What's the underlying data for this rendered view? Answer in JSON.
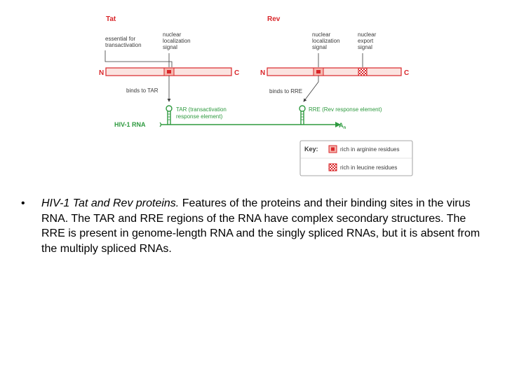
{
  "diagram": {
    "tat": {
      "title": "Tat",
      "essential_label": [
        "essential for",
        "transactivation"
      ],
      "nls_label": [
        "nuclear",
        "localization",
        "signal"
      ],
      "n_label": "N",
      "c_label": "C",
      "binds_label": "binds to TAR"
    },
    "rev": {
      "title": "Rev",
      "nls_label": [
        "nuclear",
        "localization",
        "signal"
      ],
      "nes_label": [
        "nuclear",
        "export",
        "signal"
      ],
      "n_label": "N",
      "c_label": "C",
      "binds_label": "binds to RRE"
    },
    "rna": {
      "label": "HIV-1 RNA",
      "tar_label": [
        "TAR (transactivation",
        "response element)"
      ],
      "rre_label": "RRE (Rev response element)",
      "polyA_label": "A",
      "polyA_sub": "n"
    },
    "key": {
      "title": "Key:",
      "items": [
        {
          "label": "rich in arginine residues",
          "icon": "arginine-rich-square"
        },
        {
          "label": "rich in leucine residues",
          "icon": "leucine-rich-checker-square"
        }
      ]
    },
    "colors": {
      "protein_red": "#d9262a",
      "protein_fill": "#fbe3e0",
      "rna_green": "#2e9a3f",
      "text_grey": "#3a3a3a"
    }
  },
  "caption": {
    "bullet": "•",
    "title": "HIV-1 Tat and Rev proteins.",
    "body": " Features of the proteins and their binding sites in the virus RNA. The TAR and RRE regions of the RNA have complex secondary structures. The RRE is present in genome-length RNA and the singly spliced RNAs, but it is absent from the multiply spliced RNAs."
  }
}
